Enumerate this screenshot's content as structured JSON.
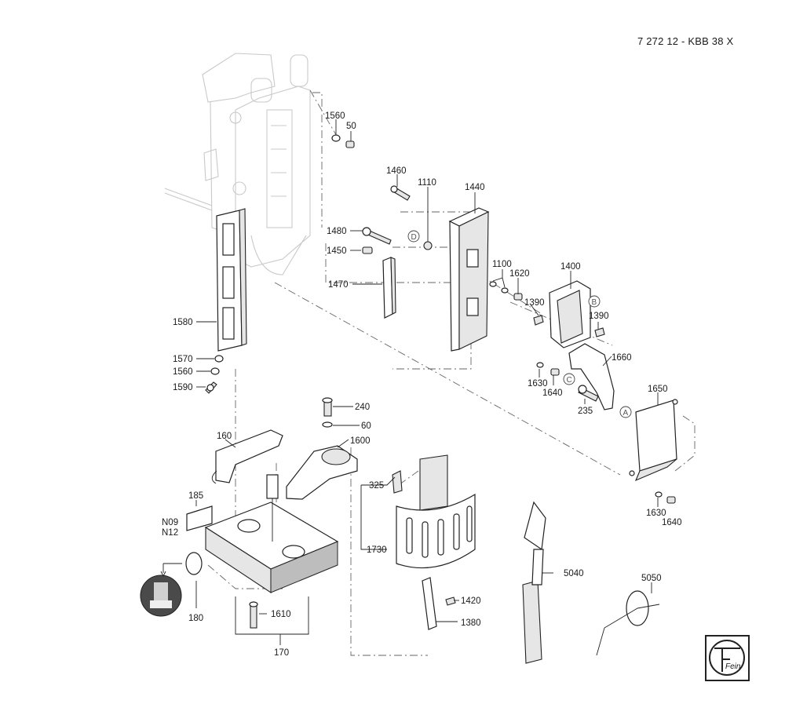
{
  "header": {
    "document_code": "7 272 12 - KBB 38 X"
  },
  "brand": {
    "logo_text": "Fein"
  },
  "callouts": {
    "p1560a": "1560",
    "p50": "50",
    "p1460": "1460",
    "p1110": "1110",
    "p1440": "1440",
    "p1480": "1480",
    "p1450": "1450",
    "p1470": "1470",
    "p1100": "1100",
    "p1620": "1620",
    "p1400": "1400",
    "p1390a": "1390",
    "p1390b": "1390",
    "p1580": "1580",
    "p1660": "1660",
    "p1570": "1570",
    "p1560b": "1560",
    "p1590": "1590",
    "p1630a": "1630",
    "p1640a": "1640",
    "p235": "235",
    "p1650": "1650",
    "p240": "240",
    "p60": "60",
    "p1600": "1600",
    "p160": "160",
    "p325": "325",
    "p185": "185",
    "pN09": "N09",
    "pN12": "N12",
    "p1730": "1730",
    "p5040": "5040",
    "p1630b": "1630",
    "p1640b": "1640",
    "p5050": "5050",
    "p1420": "1420",
    "p1380": "1380",
    "p180": "180",
    "p1610": "1610",
    "p170": "170"
  },
  "reference_markers": {
    "A": "A",
    "B": "B",
    "C": "C",
    "D": "D"
  },
  "colors": {
    "line": "#222222",
    "ghost": "#c9c9c9",
    "shade": "#e6e6e6",
    "icon_bg": "#4a4a4a"
  }
}
